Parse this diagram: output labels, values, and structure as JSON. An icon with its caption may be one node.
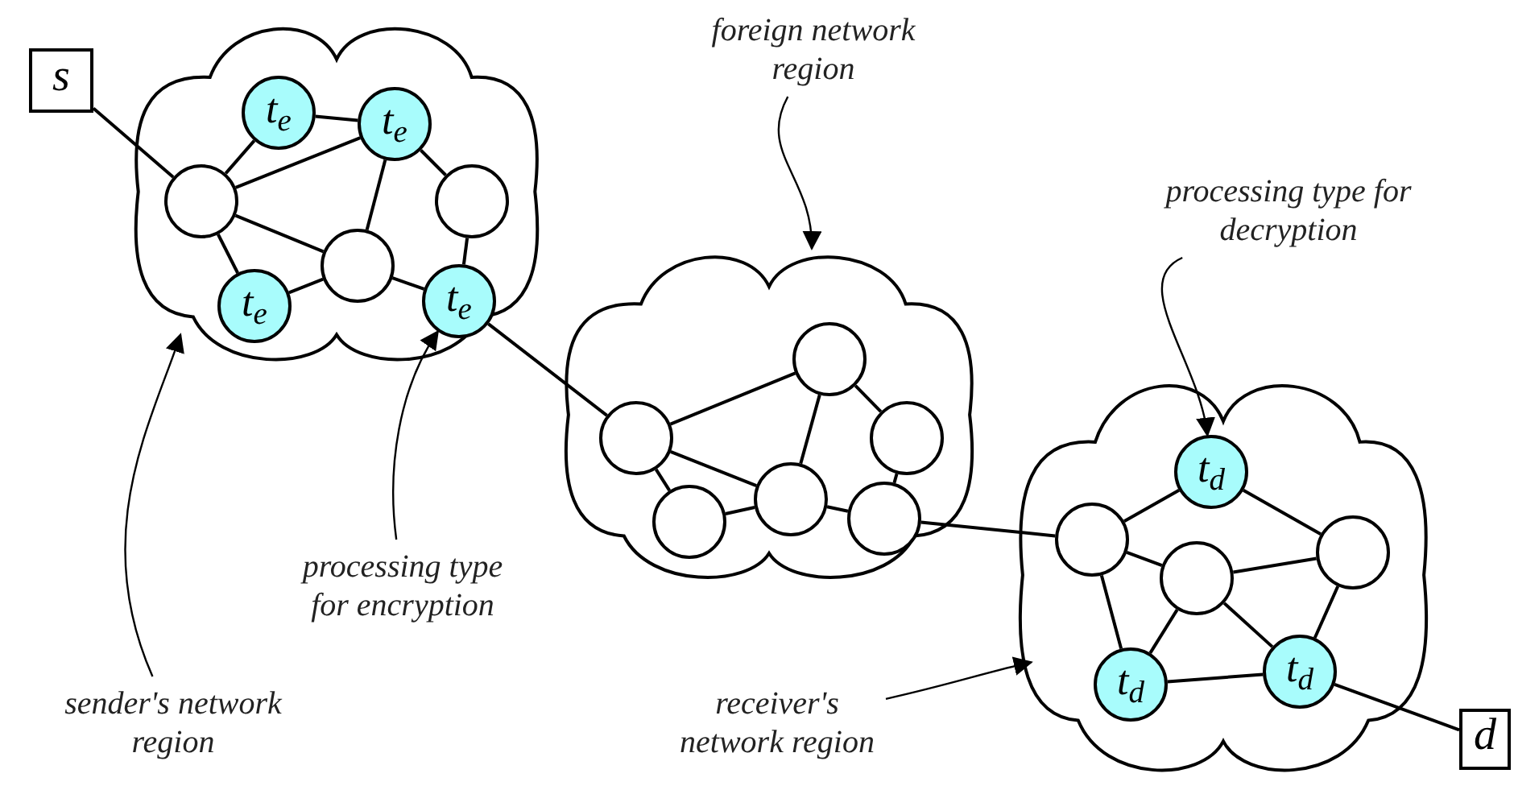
{
  "diagram": {
    "nodes": [
      {
        "text": [
          "s"
        ]
      },
      {
        "text": [],
        "shape": "cloud"
      },
      {
        "text": [
          "t$_{e}$"
        ],
        "in": 1
      },
      {
        "text": [
          "t$_{e}$"
        ],
        "in": 1
      },
      {
        "text": [],
        "shape": "circle",
        "in": 1
      },
      {
        "text": [],
        "shape": "circle",
        "in": 1
      },
      {
        "text": [],
        "shape": "circle",
        "in": 1
      },
      {
        "text": [
          "t$_{e}$"
        ],
        "in": 1
      },
      {
        "text": [
          "t$_{e}$"
        ],
        "in": 1
      },
      {
        "text": [
          "foreign network region"
        ]
      },
      {
        "text": [],
        "shape": "cloud"
      },
      {
        "text": [],
        "shape": "circle",
        "in": 10
      },
      {
        "text": [],
        "shape": "circle",
        "in": 10
      },
      {
        "text": [],
        "shape": "circle",
        "in": 10
      },
      {
        "text": [],
        "shape": "circle",
        "in": 10
      },
      {
        "text": [],
        "shape": "circle",
        "in": 10
      },
      {
        "text": [],
        "shape": "circle",
        "in": 10
      },
      {
        "text": [
          "processing type for decryption"
        ]
      },
      {
        "text": [],
        "shape": "cloud"
      },
      {
        "text": [
          "t$_{d}$"
        ],
        "in": 18
      },
      {
        "text": [],
        "shape": "circle",
        "in": 18
      },
      {
        "text": [],
        "shape": "circle",
        "in": 18
      },
      {
        "text": [],
        "shape": "circle",
        "in": 18
      },
      {
        "text": [
          "t$_{d}$"
        ],
        "in": 18
      },
      {
        "text": [
          "t$_{d}$"
        ],
        "in": 18
      },
      {
        "text": [
          "processing type for encryption"
        ]
      },
      {
        "text": [
          "sender's network region"
        ]
      },
      {
        "text": [
          "receiver's network region"
        ]
      },
      {
        "text": [
          "d"
        ]
      }
    ],
    "edges": [
      {
        "from": 0,
        "to": 4,
        "arrow": "none"
      },
      {
        "from": 4,
        "to": 2,
        "arrow": "none"
      },
      {
        "from": 2,
        "to": 3,
        "arrow": "none"
      },
      {
        "from": 4,
        "to": 3,
        "arrow": "none"
      },
      {
        "from": 3,
        "to": 6,
        "arrow": "none"
      },
      {
        "from": 3,
        "to": 5,
        "arrow": "none"
      },
      {
        "from": 4,
        "to": 6,
        "arrow": "none"
      },
      {
        "from": 4,
        "to": 7,
        "arrow": "none"
      },
      {
        "from": 7,
        "to": 6,
        "arrow": "none"
      },
      {
        "from": 6,
        "to": 8,
        "arrow": "none"
      },
      {
        "from": 5,
        "to": 8,
        "arrow": "none"
      },
      {
        "from": 8,
        "to": 12,
        "arrow": "none"
      },
      {
        "from": 12,
        "to": 11,
        "arrow": "none"
      },
      {
        "from": 11,
        "to": 14,
        "arrow": "none"
      },
      {
        "from": 11,
        "to": 13,
        "arrow": "none"
      },
      {
        "from": 12,
        "to": 14,
        "arrow": "none"
      },
      {
        "from": 12,
        "to": 15,
        "arrow": "none"
      },
      {
        "from": 15,
        "to": 14,
        "arrow": "none"
      },
      {
        "from": 14,
        "to": 16,
        "arrow": "none"
      },
      {
        "from": 13,
        "to": 16,
        "arrow": "none"
      },
      {
        "from": 16,
        "to": 20,
        "arrow": "none"
      },
      {
        "from": 20,
        "to": 19,
        "arrow": "none"
      },
      {
        "from": 19,
        "to": 21,
        "arrow": "none"
      },
      {
        "from": 20,
        "to": 22,
        "arrow": "none"
      },
      {
        "from": 22,
        "to": 21,
        "arrow": "none"
      },
      {
        "from": 20,
        "to": 23,
        "arrow": "none"
      },
      {
        "from": 22,
        "to": 23,
        "arrow": "none"
      },
      {
        "from": 22,
        "to": 24,
        "arrow": "none"
      },
      {
        "from": 21,
        "to": 24,
        "arrow": "none"
      },
      {
        "from": 23,
        "to": 24,
        "arrow": "none"
      },
      {
        "from": 24,
        "to": 28,
        "arrow": "none"
      },
      {
        "from": 9,
        "to": 10,
        "arrow": "to"
      },
      {
        "from": 17,
        "to": 19,
        "arrow": "to"
      },
      {
        "from": 25,
        "to": 8,
        "arrow": "to"
      },
      {
        "from": 26,
        "to": 1,
        "arrow": "to"
      },
      {
        "from": 27,
        "to": 18,
        "arrow": "to"
      }
    ]
  }
}
